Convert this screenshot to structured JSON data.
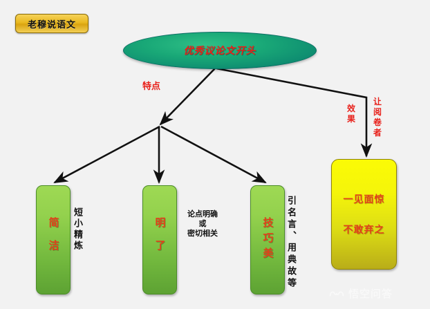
{
  "badge": {
    "label": "老穆说语文"
  },
  "root": {
    "label": "优秀议论文开头",
    "shape": "ellipse",
    "fill": "#139a77",
    "text_color": "#e8201a"
  },
  "edge_labels": {
    "features": "特点",
    "effect": "效果",
    "reader": "让阅卷者"
  },
  "branches": [
    {
      "id": "box-jianjie",
      "label": "简洁",
      "note": "短小精炼",
      "note_orientation": "vertical",
      "fill": "#93d14d",
      "text_color": "#e2401a"
    },
    {
      "id": "box-mingliao",
      "label": "明了",
      "note": "论点明确\n或\n密切相关",
      "note_orientation": "horizontal",
      "fill": "#93d14d",
      "text_color": "#e2401a"
    },
    {
      "id": "box-jiqiaomei",
      "label": "技巧美",
      "note": "引名言、用典故等",
      "note_orientation": "vertical",
      "fill": "#93d14d",
      "text_color": "#e2401a"
    }
  ],
  "effect_box": {
    "id": "box-effect",
    "line1": "一见面惊",
    "line2": "不敢弃之",
    "fill": "#f5f50a",
    "text_color": "#e2401a"
  },
  "watermark": {
    "text": "悟空问答",
    "icon": "wukong-logo-icon"
  },
  "canvas": {
    "background": "#f2f2f2",
    "connector_color": "#111111"
  }
}
